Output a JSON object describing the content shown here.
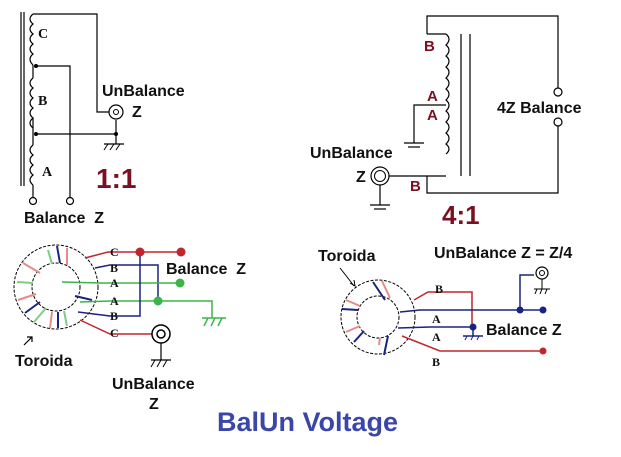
{
  "title": "BalUn Voltage",
  "colors": {
    "wire": "#000000",
    "ratio_text": "#7a1022",
    "title_text": "#3a46a8",
    "red_wire": "#c0272d",
    "blue_wire": "#1a237e",
    "green_wire": "#3bb54a"
  },
  "diagram_1to1": {
    "ratio": "1:1",
    "winding_labels": [
      "C",
      "B",
      "A"
    ],
    "unbalance_label": "UnBalance",
    "unbalance_z": "Z",
    "balance_label": "Balance  Z"
  },
  "diagram_4to1": {
    "ratio": "4:1",
    "winding_labels": [
      "B",
      "A",
      "A",
      "B"
    ],
    "unbalance_label": "UnBalance",
    "unbalance_z": "Z",
    "balance_label": "4Z Balance"
  },
  "toroid_1to1": {
    "toroid_label": "Toroida",
    "wire_labels": [
      "C",
      "B",
      "A",
      "A",
      "B",
      "C"
    ],
    "balance_label": "Balance  Z",
    "unbalance_label": "UnBalance",
    "unbalance_z": "Z"
  },
  "toroid_4to1": {
    "toroid_label": "Toroida",
    "wire_labels": [
      "B",
      "A",
      "A",
      "B"
    ],
    "unbalance_label": "UnBalance Z = Z/4",
    "balance_label": "Balance Z"
  }
}
